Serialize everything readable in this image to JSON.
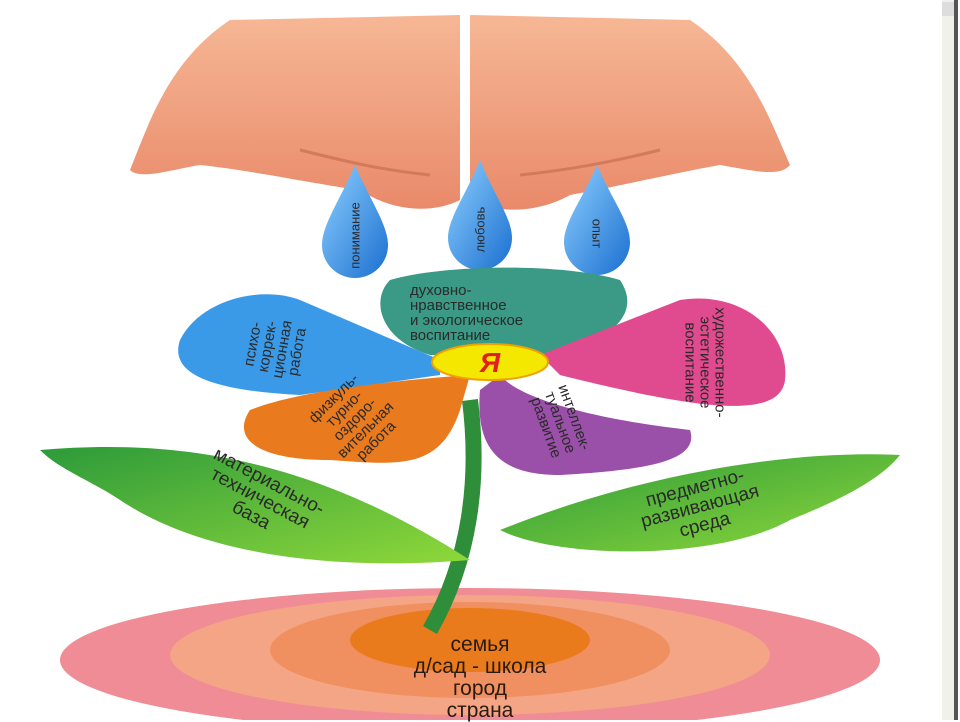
{
  "drops": [
    "понимание",
    "любовь",
    "опыт"
  ],
  "center": "Я",
  "petals": {
    "top": "духовно-\nнравственное\nи экологическое\nвоспитание",
    "left": "психо-\nкоррек-\nционная\nработа",
    "right": "художественно-\nэстетическое\nвоспитание",
    "bottom_left": "физкуль-\nтурно-\nоздоро-\nвительная\nработа",
    "bottom_right": "интеллек-\nтуальное\nразвитие"
  },
  "leaves": {
    "left": "материально-\nтехническая\nбаза",
    "right": "предметно-\nразвивающая\nсреда"
  },
  "ground": [
    "семья",
    "д/сад - школа",
    "город",
    "страна"
  ],
  "colors": {
    "hands": "#f2a080",
    "drops": "#2a8fe0",
    "stem": "#3a9a3a",
    "center": "#f5e800",
    "center_text": "#e02020"
  }
}
